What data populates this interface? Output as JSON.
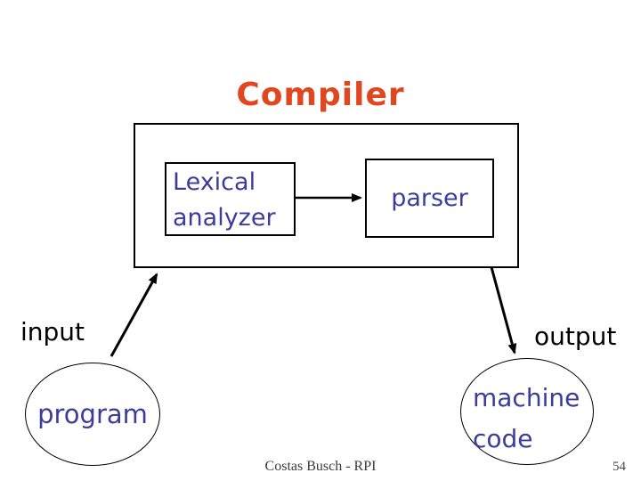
{
  "slide": {
    "title": "Compiler",
    "footer_text": "Costas Busch - RPI",
    "page_number": "54",
    "background": "#ffffff"
  },
  "colors": {
    "title_text": "#e0461f",
    "diagram_label_text": "#3c3c9c",
    "plain_text": "#000000",
    "line": "#000000",
    "footer_text": "#3b3b3b"
  },
  "diagram": {
    "boxes": {
      "lexical_analyzer": "Lexical analyzer",
      "parser": "parser"
    },
    "labels": {
      "input": "input",
      "output": "output"
    },
    "ellipses": {
      "program": "program",
      "machine_code": "machine code"
    },
    "arrows": [
      {
        "name": "lexical-analyzer-to-parser"
      },
      {
        "name": "program-to-compiler"
      },
      {
        "name": "compiler-to-machine-code"
      }
    ]
  }
}
